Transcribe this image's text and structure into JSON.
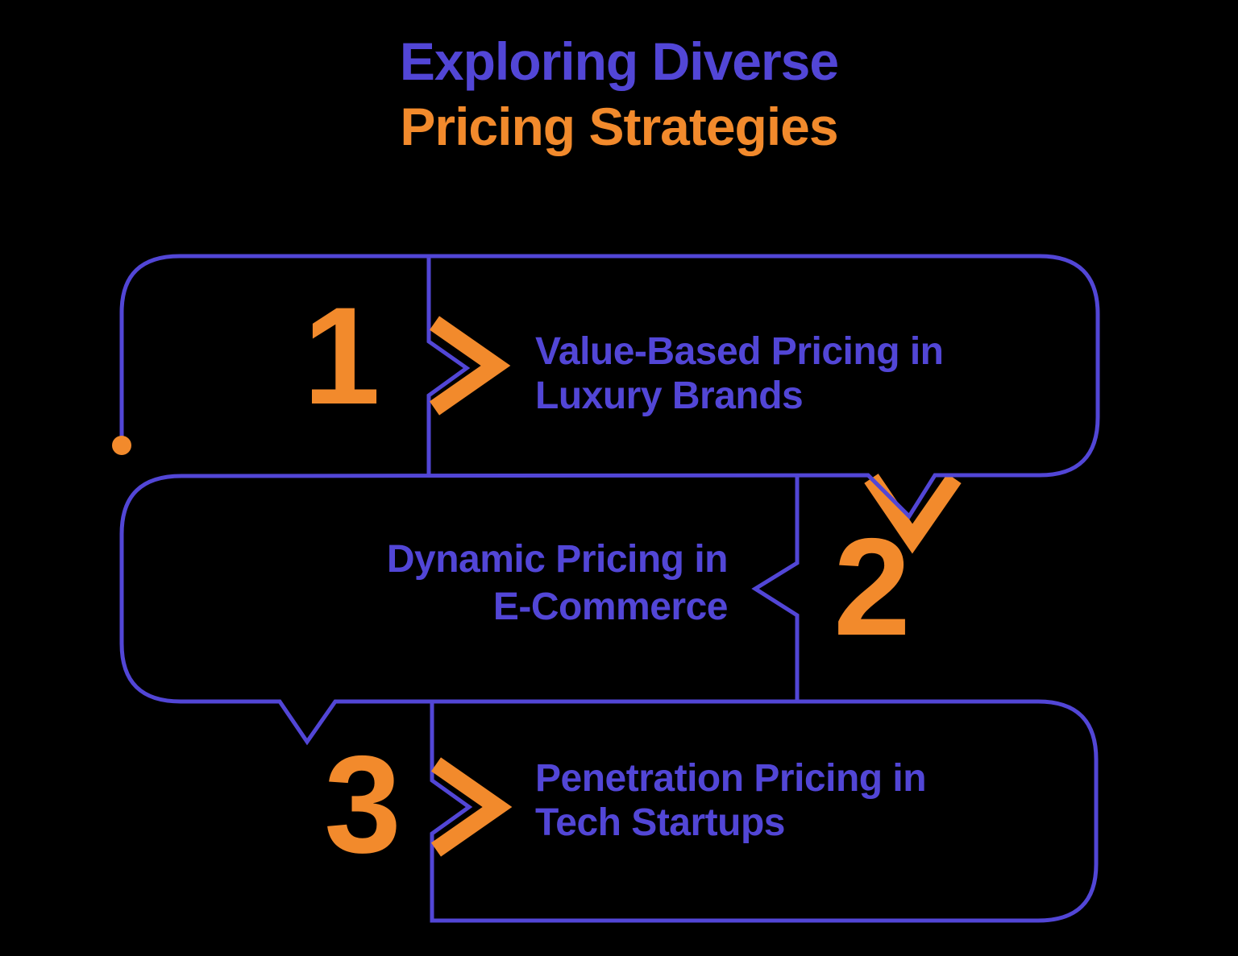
{
  "title": {
    "line1": "Exploring Diverse",
    "line2": "Pricing Strategies"
  },
  "items": [
    {
      "number": "1",
      "label_line1": "Value-Based Pricing in",
      "label_line2": "Luxury Brands"
    },
    {
      "number": "2",
      "label_line1": "Dynamic Pricing in",
      "label_line2": "E-Commerce"
    },
    {
      "number": "3",
      "label_line1": "Penetration Pricing in",
      "label_line2": "Tech Startups"
    }
  ],
  "icons": [
    "start-dot",
    "chevron-right-icon-step1",
    "arrow-down-tail-icon-step1",
    "chevron-left-notch-step2",
    "arrow-down-tail-icon-step2",
    "chevron-right-icon-step3"
  ],
  "colors": {
    "purple": "#5246D6",
    "orange": "#F28A2C",
    "background": "#000000"
  }
}
